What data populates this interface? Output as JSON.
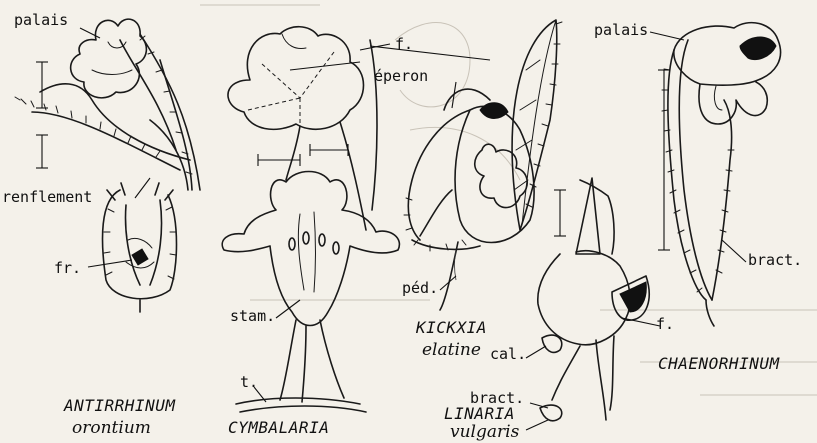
{
  "labels": {
    "palais_left": "palais",
    "renflement": "renflement",
    "fr": "fr.",
    "f_top": "f.",
    "eperon": "éperon",
    "stam": "stam.",
    "t": "t.",
    "ped": "péd.",
    "cal": "cal.",
    "bract_mid": "bract.",
    "palais_right": "palais",
    "bract_right": "bract.",
    "f_right": "f."
  },
  "taxa": {
    "antirrhinum_genus": "ANTIRRHINUM",
    "antirrhinum_species": "orontium",
    "cymbalaria_genus": "CYMBALARIA",
    "kickxia_genus": "KICKXIA",
    "kickxia_species": "elatine",
    "linaria_genus": "LINARIA",
    "linaria_species": "vulgaris",
    "chaenorhinum_genus": "CHAENORHINUM"
  }
}
